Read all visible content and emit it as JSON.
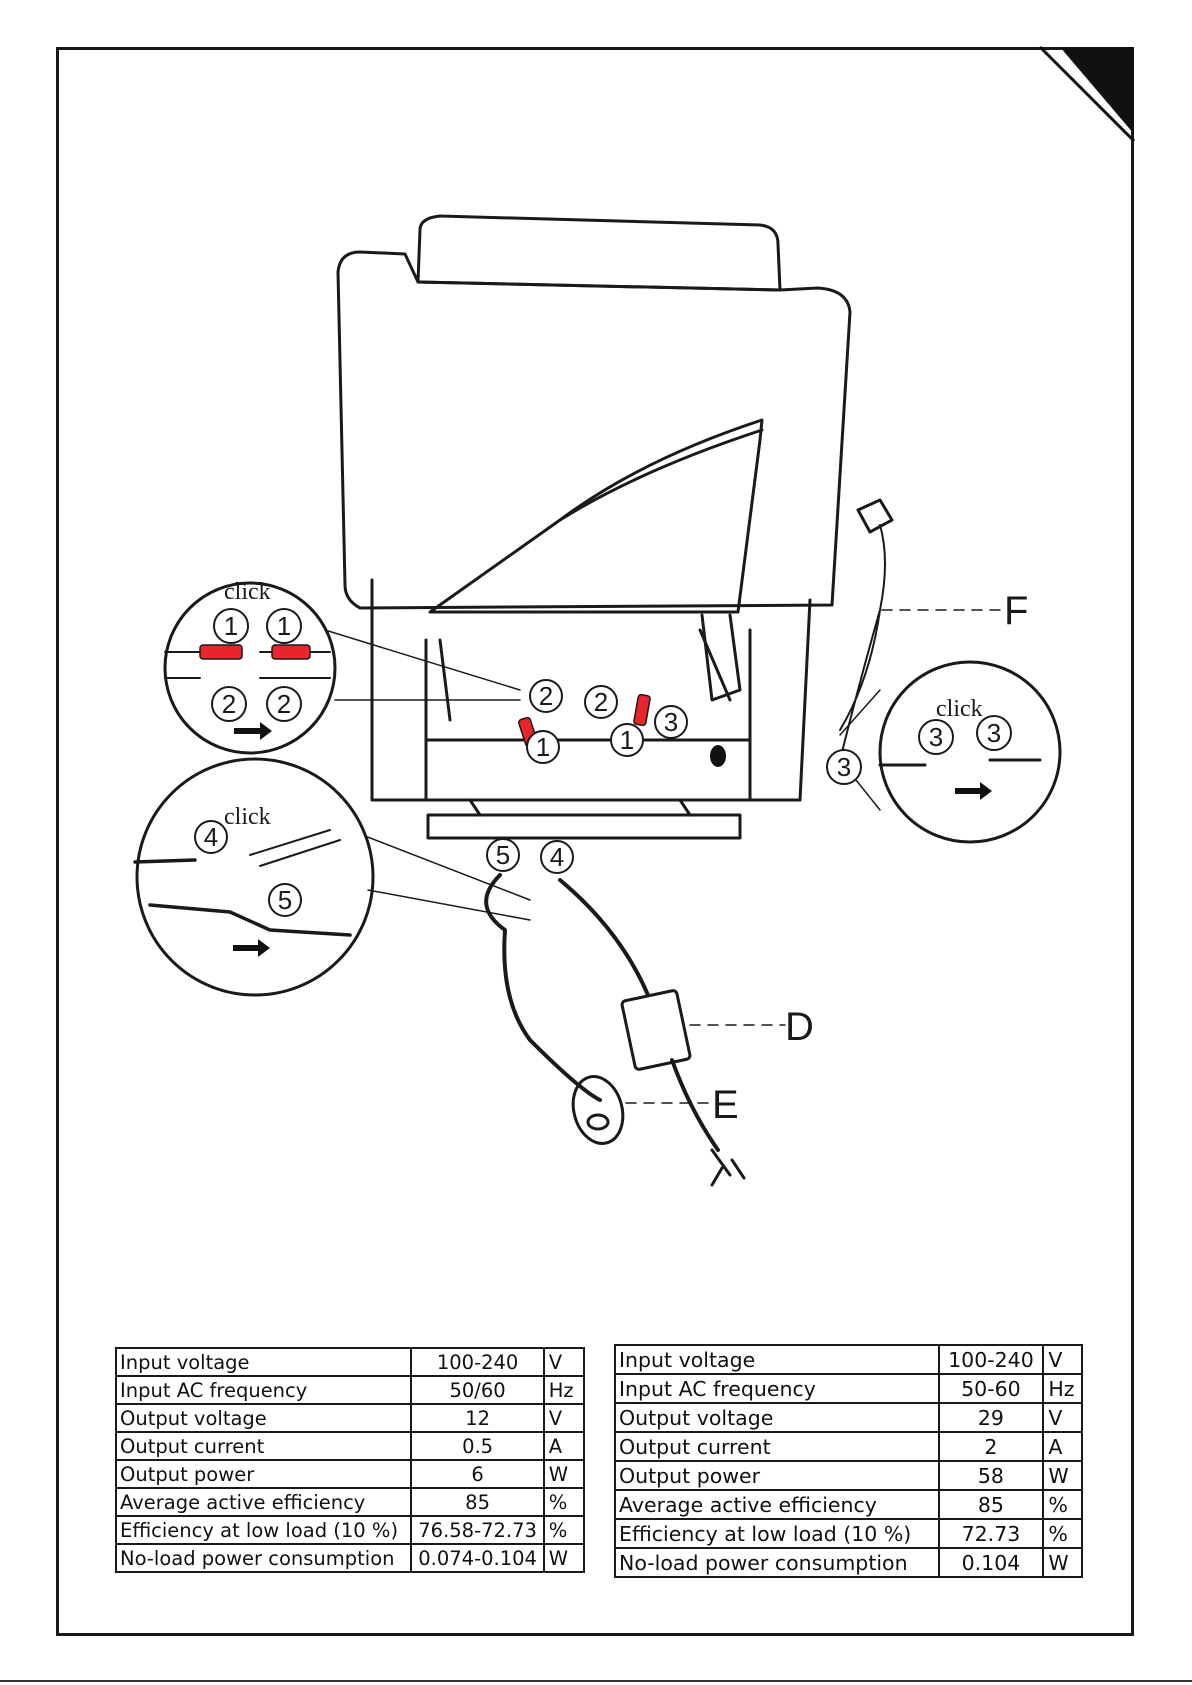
{
  "diagram": {
    "callouts": {
      "F": "F",
      "D": "D",
      "E": "E"
    },
    "click_labels": [
      "click",
      "click",
      "click"
    ],
    "connector_numbers": {
      "chair": [
        "2",
        "1",
        "2",
        "1",
        "3",
        "5",
        "4"
      ],
      "left_top_circle": [
        "1",
        "1",
        "2",
        "2"
      ],
      "left_bottom_circle": [
        "4",
        "5"
      ],
      "right_circle": [
        "3",
        "3",
        "3"
      ]
    }
  },
  "table_left": {
    "rows": [
      {
        "label": "Input voltage",
        "value": "100-240",
        "unit": "V"
      },
      {
        "label": "Input AC frequency",
        "value": "50/60",
        "unit": "Hz"
      },
      {
        "label": "Output voltage",
        "value": "12",
        "unit": "V"
      },
      {
        "label": "Output current",
        "value": "0.5",
        "unit": "A"
      },
      {
        "label": "Output power",
        "value": "6",
        "unit": "W"
      },
      {
        "label": "Average active efficiency",
        "value": "85",
        "unit": "%"
      },
      {
        "label": "Efficiency at low load (10 %)",
        "value": "76.58-72.73",
        "unit": "%"
      },
      {
        "label": "No-load power consumption",
        "value": "0.074-0.104",
        "unit": "W"
      }
    ]
  },
  "table_right": {
    "rows": [
      {
        "label": "Input voltage",
        "value": "100-240",
        "unit": "V"
      },
      {
        "label": "Input AC frequency",
        "value": "50-60",
        "unit": "Hz"
      },
      {
        "label": "Output voltage",
        "value": "29",
        "unit": "V"
      },
      {
        "label": "Output current",
        "value": "2",
        "unit": "A"
      },
      {
        "label": "Output power",
        "value": "58",
        "unit": "W"
      },
      {
        "label": "Average active efficiency",
        "value": "85",
        "unit": "%"
      },
      {
        "label": "Efficiency at low load (10 %)",
        "value": "72.73",
        "unit": "%"
      },
      {
        "label": "No-load power consumption",
        "value": "0.104",
        "unit": "W"
      }
    ]
  },
  "colors": {
    "line": "#1a1a1a",
    "accent_red": "#e8242c",
    "background": "#ffffff"
  }
}
